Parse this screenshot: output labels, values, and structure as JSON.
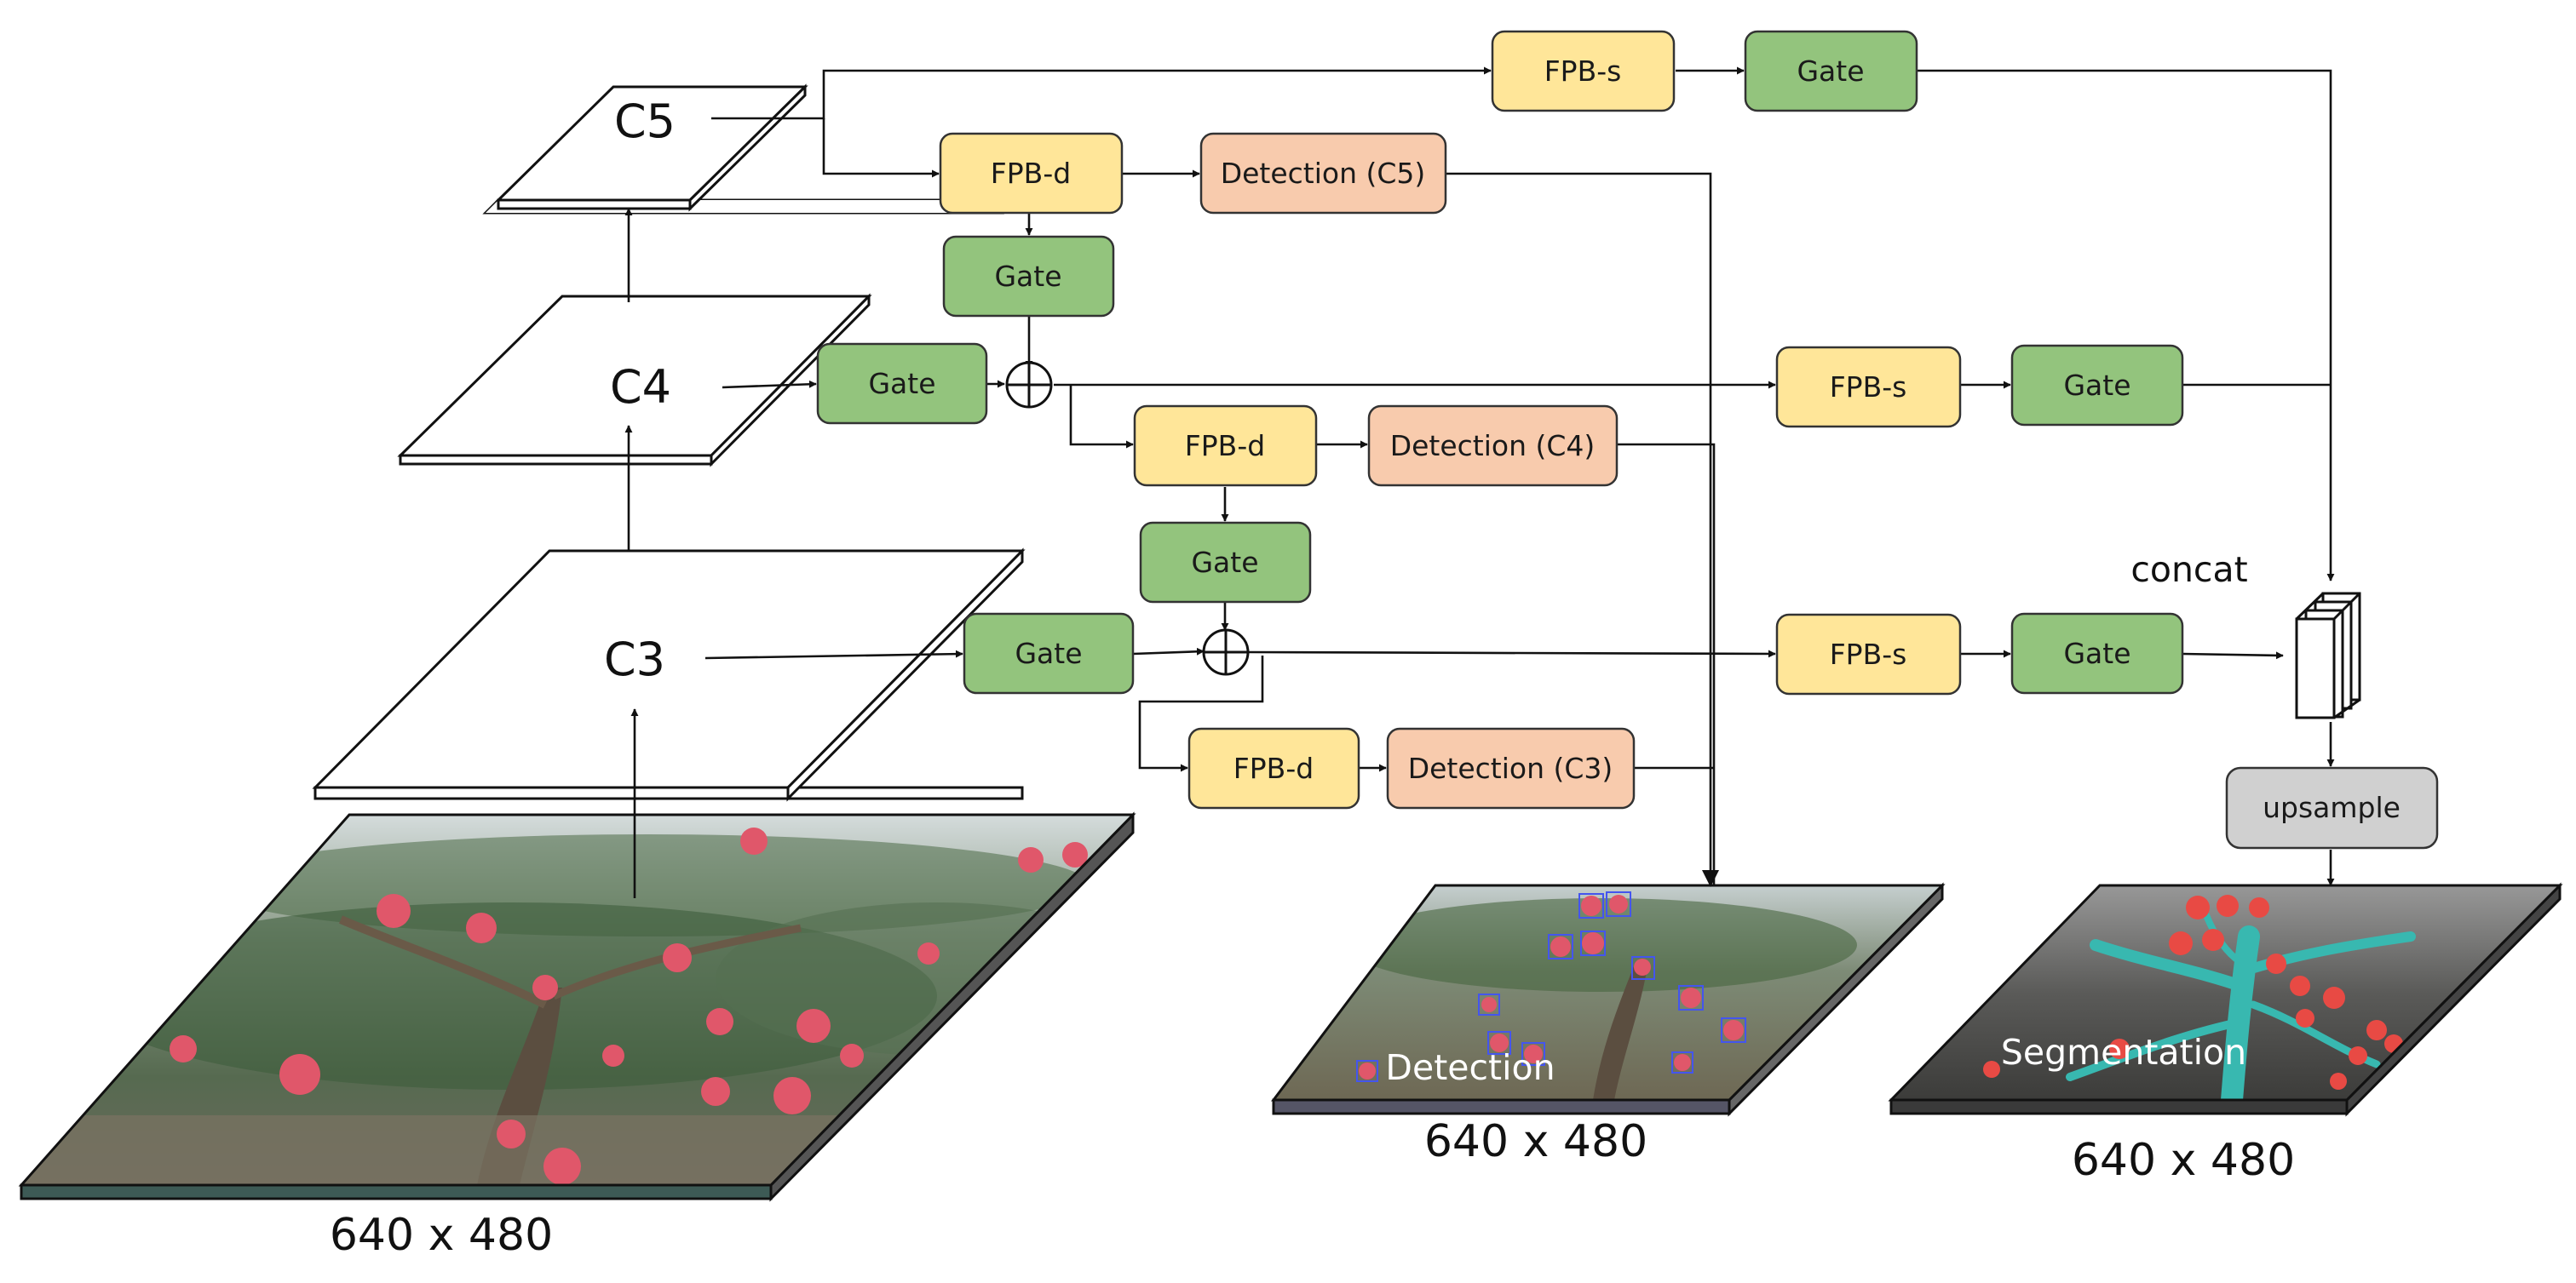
{
  "layers": {
    "c5": "C5",
    "c4": "C4",
    "c3": "C3"
  },
  "blocks": {
    "fpb_s": "FPB-s",
    "fpb_d": "FPB-d",
    "gate": "Gate",
    "det_c5": "Detection (C5)",
    "det_c4": "Detection (C4)",
    "det_c3": "Detection (C3)",
    "upsample": "upsample",
    "concat": "concat"
  },
  "images": {
    "input_size": "640 x 480",
    "detection_label": "Detection",
    "detection_size": "640 x 480",
    "segmentation_label": "Segmentation",
    "segmentation_size": "640 x 480"
  },
  "colors": {
    "fpb": "#FFE699",
    "gate": "#93C47D",
    "detection": "#F8CBAD",
    "upsample": "#D0D0D0",
    "apple": "#E0484F",
    "branch": "#38B8B0",
    "detection_box": "#4455EE"
  }
}
